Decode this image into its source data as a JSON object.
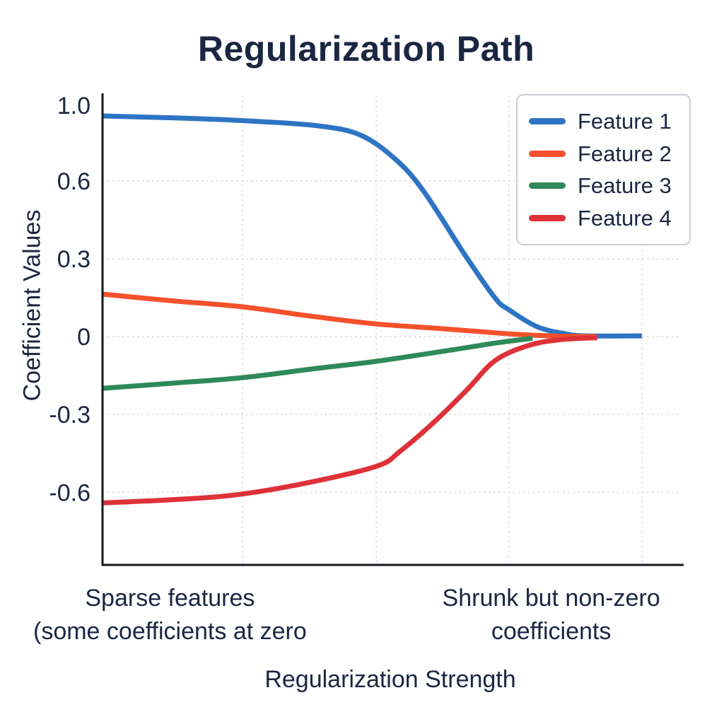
{
  "colors": {
    "text": "#1b2642",
    "grid": "#d7d7dc",
    "spine": "#15161c",
    "legend_border": "#c9cdd6",
    "background": "#ffffff"
  },
  "chart_data": {
    "type": "line",
    "title": "Regularization Path",
    "xlabel": "Regularization Strength",
    "ylabel": "Coefficient Values",
    "xlim": [
      0,
      1
    ],
    "ylim": [
      -0.88,
      0.93
    ],
    "grid": "dotted",
    "legend_position": "upper right",
    "y_ticks": [
      {
        "label": "1.0",
        "at": 0.892,
        "grid": false
      },
      {
        "label": "0.6",
        "at": 0.6,
        "grid": true
      },
      {
        "label": "0.3",
        "at": 0.3,
        "grid": true
      },
      {
        "label": "0",
        "at": 0.0,
        "grid": true
      },
      {
        "label": "-0.3",
        "at": -0.3,
        "grid": true
      },
      {
        "label": "-0.6",
        "at": -0.6,
        "grid": true
      }
    ],
    "x_gridlines": [
      0.241,
      0.471,
      0.699,
      0.928
    ],
    "x_ticks": [
      {
        "lines": [
          "Sparse features",
          "(some coefficients at zero"
        ],
        "at": 0.116
      },
      {
        "lines": [
          "Shrunk but non-zero",
          "coefficients"
        ],
        "at": 0.772
      }
    ],
    "series": [
      {
        "name": "Feature 1",
        "color": "#2e74c4",
        "points": [
          [
            0,
            0.851
          ],
          [
            0.13,
            0.843
          ],
          [
            0.25,
            0.832
          ],
          [
            0.37,
            0.813
          ],
          [
            0.444,
            0.777
          ],
          [
            0.505,
            0.682
          ],
          [
            0.553,
            0.559
          ],
          [
            0.624,
            0.314
          ],
          [
            0.675,
            0.15
          ],
          [
            0.699,
            0.104
          ],
          [
            0.748,
            0.038
          ],
          [
            0.797,
            0.011
          ],
          [
            0.833,
            0.003
          ],
          [
            0.928,
            0.003
          ]
        ]
      },
      {
        "name": "Feature 2",
        "color": "#f4512c",
        "points": [
          [
            0,
            0.164
          ],
          [
            0.116,
            0.139
          ],
          [
            0.241,
            0.115
          ],
          [
            0.359,
            0.079
          ],
          [
            0.471,
            0.049
          ],
          [
            0.59,
            0.03
          ],
          [
            0.699,
            0.011
          ],
          [
            0.772,
            0.003
          ],
          [
            0.851,
            0.0
          ]
        ]
      },
      {
        "name": "Feature 3",
        "color": "#2f8a59",
        "points": [
          [
            0,
            -0.199
          ],
          [
            0.116,
            -0.18
          ],
          [
            0.241,
            -0.158
          ],
          [
            0.359,
            -0.125
          ],
          [
            0.471,
            -0.095
          ],
          [
            0.59,
            -0.055
          ],
          [
            0.675,
            -0.025
          ],
          [
            0.74,
            -0.006
          ]
        ]
      },
      {
        "name": "Feature 4",
        "color": "#de3138",
        "points": [
          [
            0,
            -0.641
          ],
          [
            0.116,
            -0.629
          ],
          [
            0.225,
            -0.611
          ],
          [
            0.347,
            -0.566
          ],
          [
            0.471,
            -0.5
          ],
          [
            0.513,
            -0.44
          ],
          [
            0.574,
            -0.322
          ],
          [
            0.627,
            -0.205
          ],
          [
            0.675,
            -0.093
          ],
          [
            0.73,
            -0.036
          ],
          [
            0.785,
            -0.012
          ],
          [
            0.851,
            -0.004
          ]
        ]
      }
    ]
  }
}
